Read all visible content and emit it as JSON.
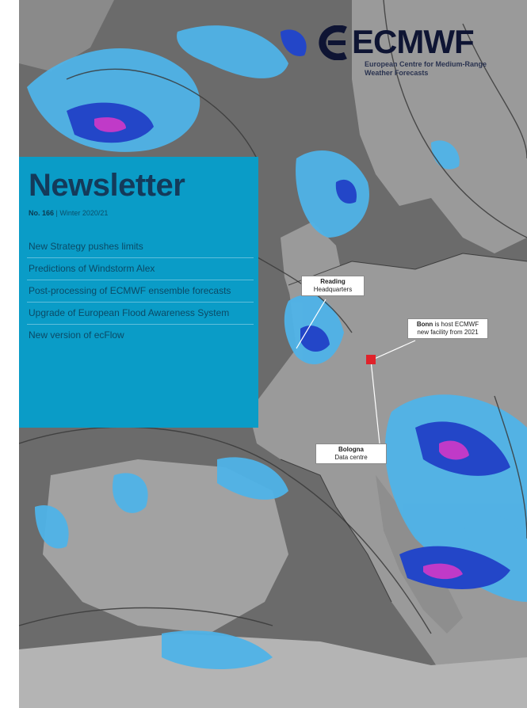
{
  "logo": {
    "name": "ECMWF",
    "subtitle": "European Centre for Medium-Range Weather Forecasts"
  },
  "newsletter": {
    "title": "Newsletter",
    "issue_number": "No. 166",
    "separator": "|",
    "issue_date": "Winter 2020/21",
    "toc": [
      "New Strategy pushes limits",
      "Predictions of Windstorm Alex",
      "Post-processing of ECMWF ensemble forecasts",
      "Upgrade of European Flood Awareness System",
      "New version of ecFlow"
    ]
  },
  "map_labels": {
    "reading": {
      "name": "Reading",
      "desc": "Headquarters"
    },
    "bonn": {
      "name": "Bonn",
      "desc": "is host ECMWF new facility from 2021"
    },
    "bologna": {
      "name": "Bologna",
      "desc": "Data centre"
    }
  },
  "colors": {
    "panel": "#0a9cc7",
    "land": "#9a9a9a",
    "sea": "#6b6b6b",
    "precip_light": "#4fb3e8",
    "precip_mid": "#2346c8",
    "precip_heavy": "#c03ac8",
    "marker": "#e0222a"
  }
}
